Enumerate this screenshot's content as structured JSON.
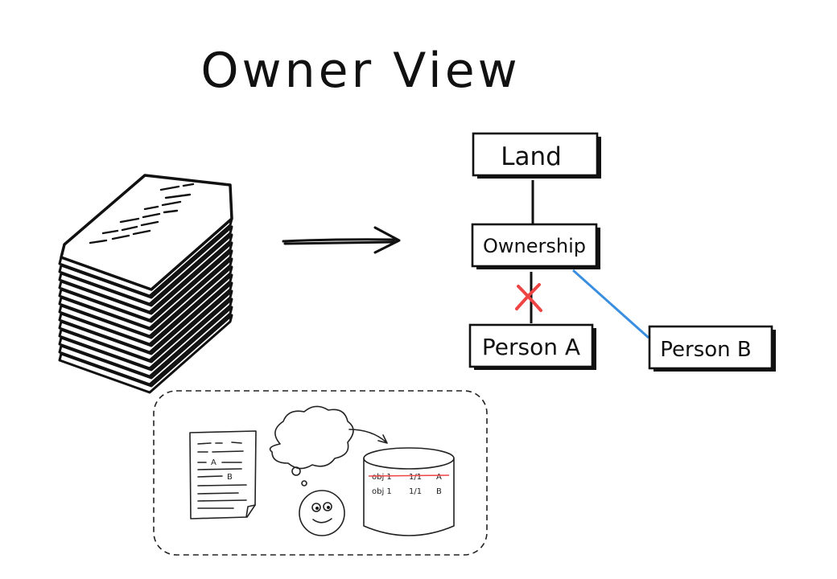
{
  "title": "Owner View",
  "nodes": {
    "land": "Land",
    "ownership": "Ownership",
    "person_a": "Person A",
    "person_b": "Person B"
  },
  "edges": [
    {
      "from": "Land",
      "to": "Ownership",
      "style": "solid-black"
    },
    {
      "from": "Ownership",
      "to": "Person A",
      "style": "solid-black",
      "status": "removed"
    },
    {
      "from": "Ownership",
      "to": "Person B",
      "style": "solid-blue",
      "status": "new"
    }
  ],
  "colors": {
    "ink": "#111111",
    "new_link": "#3b8fe0",
    "removed_mark": "#ee4444"
  },
  "inset": {
    "document_labels": [
      "A",
      "B"
    ],
    "database_rows": [
      {
        "object": "obj 1",
        "share": "1/1",
        "owner": "A",
        "struck": true
      },
      {
        "object": "obj 1",
        "share": "1/1",
        "owner": "B",
        "struck": false
      }
    ]
  },
  "icons": [
    "paper-stack-icon",
    "arrow-right-icon",
    "cross-icon",
    "document-icon",
    "thought-cloud-icon",
    "smiley-face-icon",
    "database-icon"
  ]
}
